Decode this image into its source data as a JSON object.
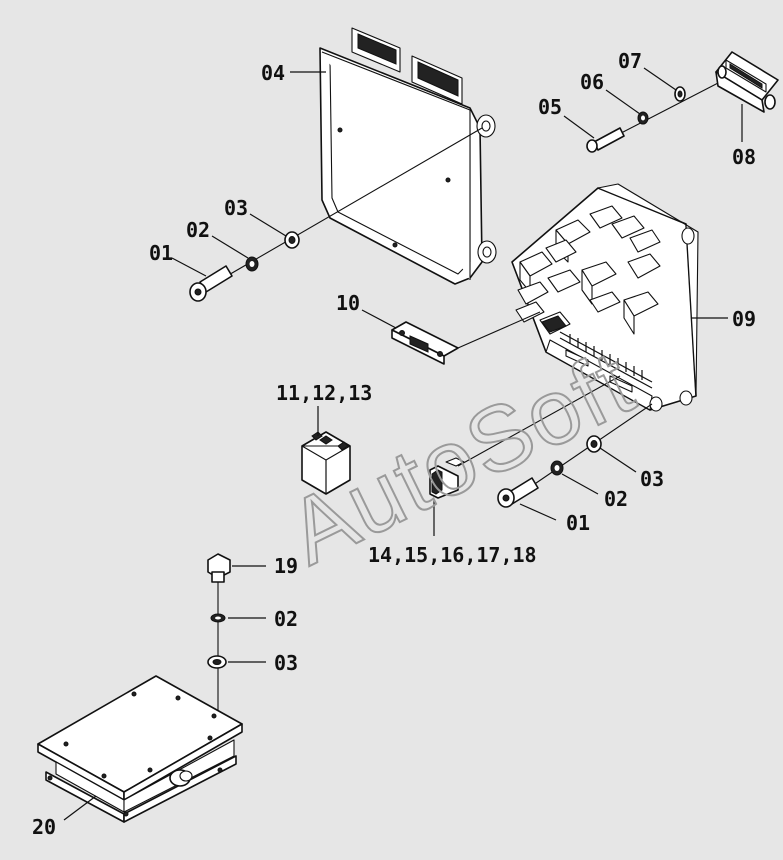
{
  "watermark": "AutoSoft",
  "callouts": {
    "c01a": "01",
    "c02a": "02",
    "c03a": "03",
    "c04": "04",
    "c05": "05",
    "c06": "06",
    "c07": "07",
    "c08": "08",
    "c09": "09",
    "c10": "10",
    "c11": "11,12,13",
    "c03b": "03",
    "c02b": "02",
    "c01b": "01",
    "c14": "14,15,16,17,18",
    "c19": "19",
    "c02c": "02",
    "c03c": "03",
    "c20": "20"
  },
  "colors": {
    "background": "#e6e6e6",
    "line": "#111111",
    "watermark": "#9a9a9a"
  }
}
